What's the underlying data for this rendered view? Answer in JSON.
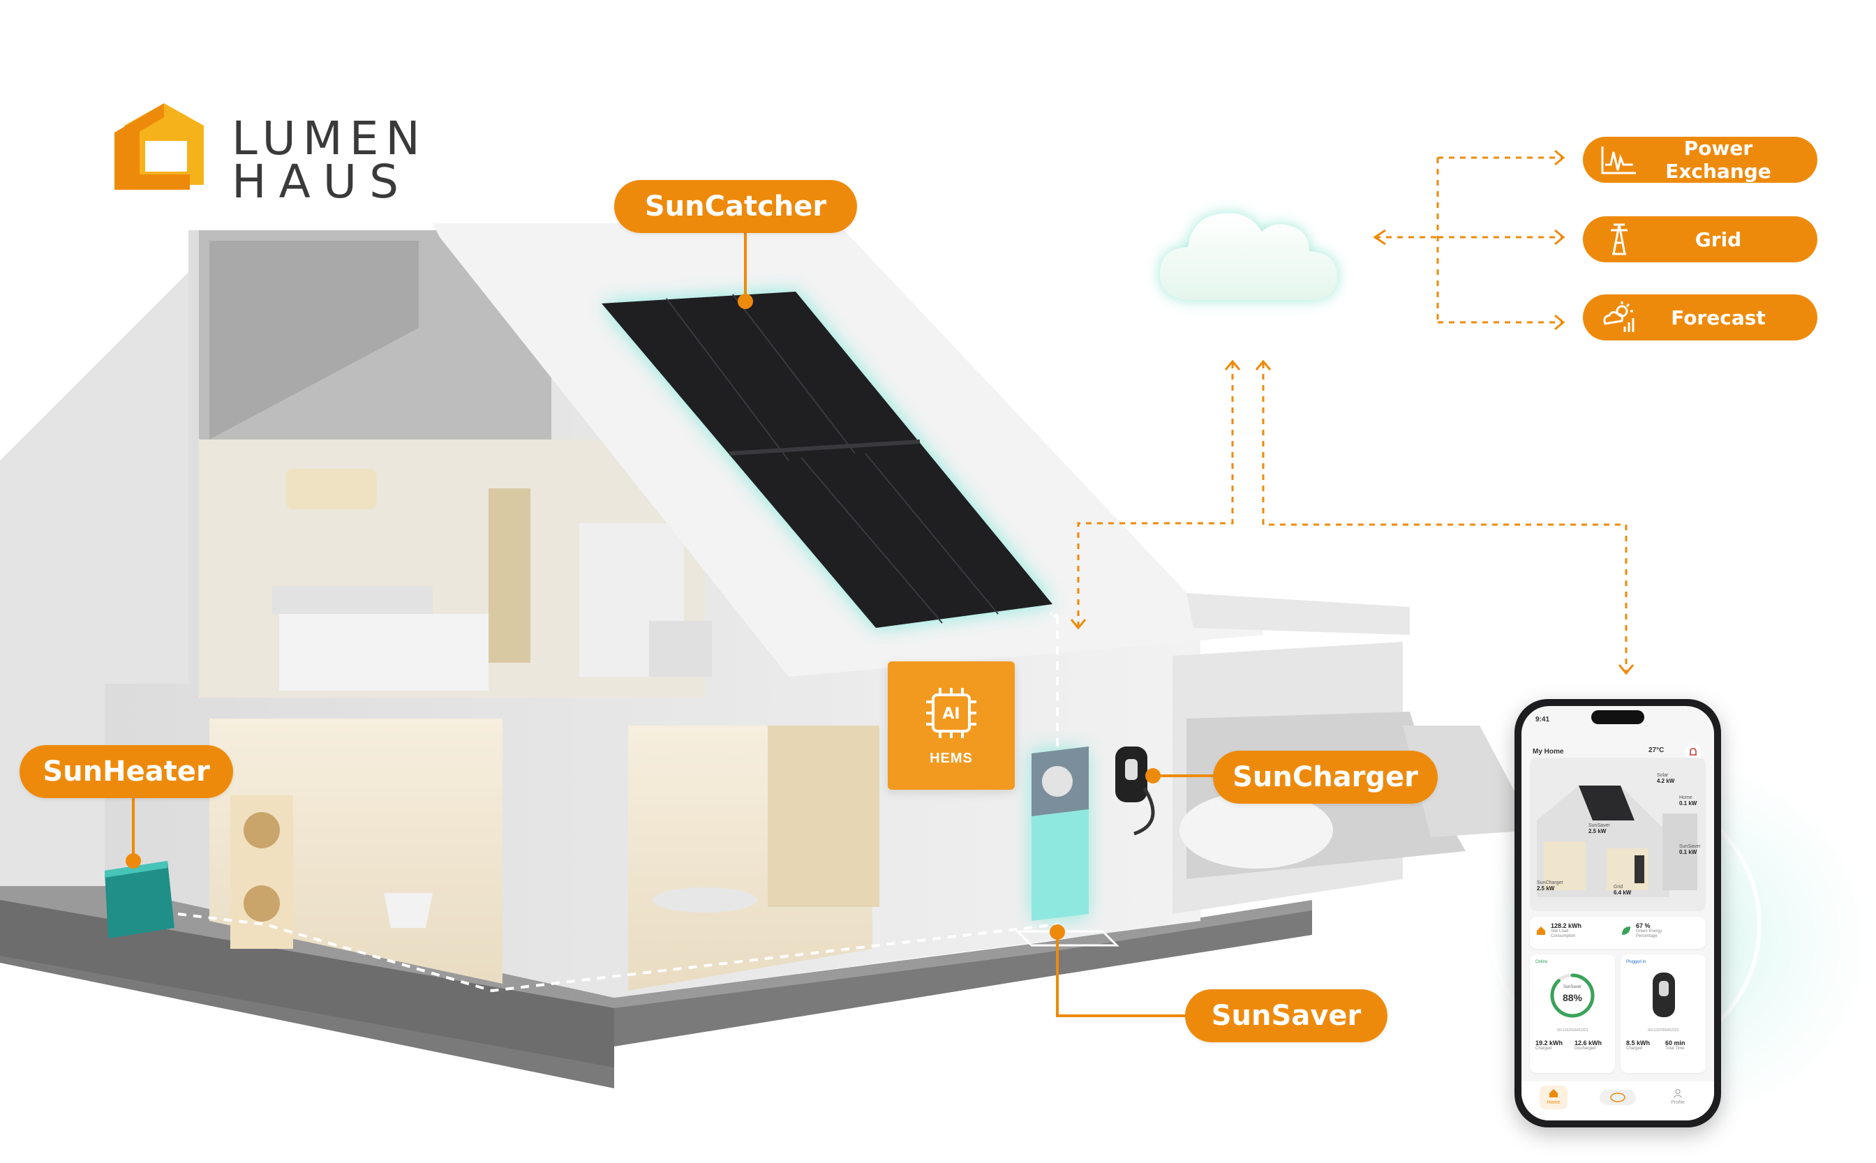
{
  "logo": {
    "line1": "LUMEN",
    "line2": "HAUS"
  },
  "components": {
    "suncatcher": "SunCatcher",
    "sunheater": "SunHeater",
    "suncharger": "SunCharger",
    "sunsaver": "SunSaver"
  },
  "hems": {
    "chip": "AI",
    "label": "HEMS"
  },
  "services": [
    {
      "label": "Power Exchange",
      "icon": "power-exchange-icon"
    },
    {
      "label": "Grid",
      "icon": "grid-tower-icon"
    },
    {
      "label": "Forecast",
      "icon": "forecast-icon"
    }
  ],
  "colors": {
    "accent": "#ee8a0b",
    "glow": "#7ee8dc",
    "panel": "#1f1f22"
  },
  "app": {
    "time": "9:41",
    "title": "My Home",
    "temperature": "27°C",
    "house_labels": {
      "solar_name": "Solar",
      "solar_value": "4.2 kW",
      "home_name": "Home",
      "home_value": "0.1 kW",
      "suncharger_name": "SunCharger",
      "suncharger_value": "2.5 kW",
      "sunsaver_top_name": "SunSaver",
      "sunsaver_top_value": "2.5 kW",
      "sunsaver_right_name": "SunSaver",
      "sunsaver_right_value": "0.1 kW",
      "grid_name": "Grid",
      "grid_value": "6.4 kW"
    },
    "stats": {
      "load_value": "128.2 kWh",
      "load_caption": "Site Load Consumption",
      "green_value": "67 %",
      "green_caption": "Green Energy Percentage"
    },
    "saver_card": {
      "status": "Online",
      "ring_label": "SunSaver",
      "percent": "88%",
      "serial": "SN:1022556462323",
      "charged_value": "19.2 kWh",
      "charged_label": "Charged",
      "discharged_value": "12.6 kWh",
      "discharged_label": "Discharged",
      "percent_fraction": 0.88
    },
    "charger_card": {
      "status": "Plugged in",
      "serial": "SN:1022556462323",
      "charged_value": "8.5 kWh",
      "charged_label": "Charged",
      "time_value": "60 min",
      "time_label": "Total Time"
    },
    "nav": {
      "home": "Home",
      "profile": "Profile"
    }
  }
}
